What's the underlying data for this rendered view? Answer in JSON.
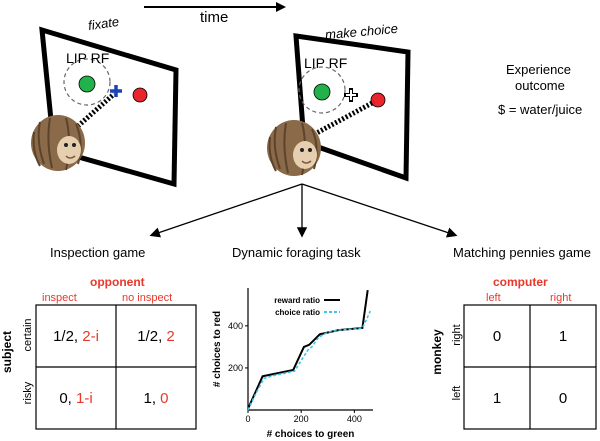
{
  "timeline": {
    "label": "time"
  },
  "screens": {
    "fixate": {
      "caption": "fixate",
      "rf_label": "LIP RF"
    },
    "choice": {
      "caption": "make choice",
      "rf_label": "LIP RF"
    }
  },
  "outcome": {
    "line1": "Experience",
    "line2": "outcome",
    "line3": "$ = water/juice"
  },
  "tasks": {
    "inspection": "Inspection game",
    "foraging": "Dynamic foraging task",
    "pennies": "Matching pennies game"
  },
  "inspection": {
    "opponent": "opponent",
    "col_inspect": "inspect",
    "col_no_inspect": "no inspect",
    "subject": "subject",
    "row_certain": "certain",
    "row_risky": "risky",
    "cells": [
      [
        {
          "a": "1/2,",
          "b": "2-i"
        },
        {
          "a": "1/2,",
          "b": "2"
        }
      ],
      [
        {
          "a": "0,",
          "b": "1-i"
        },
        {
          "a": "1,",
          "b": "0"
        }
      ]
    ]
  },
  "pennies": {
    "computer": "computer",
    "col_left": "left",
    "col_right": "right",
    "monkey": "monkey",
    "row_right": "right",
    "row_left": "left",
    "cells": [
      [
        "0",
        "1"
      ],
      [
        "1",
        "0"
      ]
    ]
  },
  "chart_data": {
    "type": "line",
    "title": "",
    "xlabel": "# choices to green",
    "ylabel": "# choices to red",
    "xlim": [
      0,
      470
    ],
    "ylim": [
      0,
      580
    ],
    "x_ticks": [
      0,
      200,
      400
    ],
    "x_tick_labels": [
      "0",
      "200",
      "400"
    ],
    "y_ticks": [
      200,
      400
    ],
    "y_tick_labels": [
      "200",
      "400"
    ],
    "legend_position": "top-left",
    "series": [
      {
        "name": "reward ratio",
        "color": "#000000",
        "points": [
          [
            0,
            0
          ],
          [
            5,
            20
          ],
          [
            55,
            160
          ],
          [
            170,
            190
          ],
          [
            210,
            300
          ],
          [
            230,
            310
          ],
          [
            270,
            360
          ],
          [
            340,
            380
          ],
          [
            430,
            390
          ],
          [
            450,
            570
          ]
        ]
      },
      {
        "name": "choice ratio",
        "color": "#3fc3e8",
        "points": [
          [
            0,
            0
          ],
          [
            30,
            80
          ],
          [
            60,
            150
          ],
          [
            100,
            165
          ],
          [
            175,
            185
          ],
          [
            200,
            235
          ],
          [
            225,
            285
          ],
          [
            240,
            300
          ],
          [
            265,
            345
          ],
          [
            300,
            370
          ],
          [
            340,
            380
          ],
          [
            400,
            385
          ],
          [
            430,
            390
          ],
          [
            445,
            430
          ],
          [
            460,
            470
          ]
        ]
      }
    ]
  },
  "colors": {
    "accent_red": "#e8382b",
    "target_green": "#22b24c",
    "target_red": "#e8262b",
    "cross_blue": "#1a44b8",
    "cyan": "#3fc3e8"
  },
  "icons": {
    "monkey": "monkey-head-icon",
    "fixation": "plus-icon"
  }
}
